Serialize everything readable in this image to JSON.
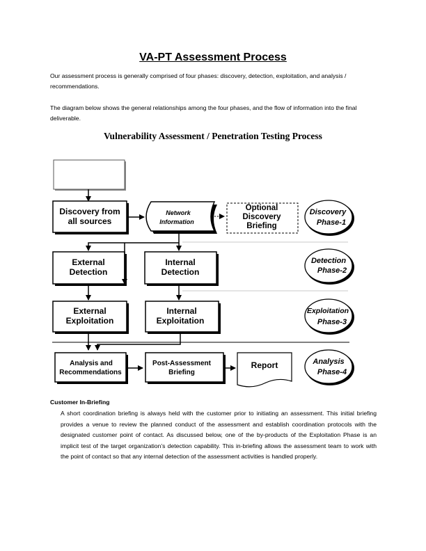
{
  "doc": {
    "title": "VA-PT Assessment Process",
    "para1": "Our assessment process is generally comprised of four phases: discovery, detection, exploitation, and analysis / recommendations.",
    "para2": "The diagram below shows the general relationships among the four phases, and the flow of information into the final deliverable."
  },
  "diagram": {
    "title": "Vulnerability Assessment / Penetration Testing Process",
    "discovery_line1": "Discovery from",
    "discovery_line2": "all sources",
    "network_line1": "Network",
    "network_line2": "Information",
    "optional_line1": "Optional",
    "optional_line2": "Discovery",
    "optional_line3": "Briefing",
    "ext_det_line1": "External",
    "ext_det_line2": "Detection",
    "int_det_line1": "Internal",
    "int_det_line2": "Detection",
    "ext_exp_line1": "External",
    "ext_exp_line2": "Exploitation",
    "int_exp_line1": "Internal",
    "int_exp_line2": "Exploitation",
    "analysis_line1": "Analysis and",
    "analysis_line2": "Recommendations",
    "post_line1": "Post-Assessment",
    "post_line2": "Briefing",
    "report": "Report",
    "phase1_line1": "Discovery",
    "phase1_line2": "Phase-1",
    "phase2_line1": "Detection",
    "phase2_line2": "Phase-2",
    "phase3_line1": "Exploitation",
    "phase3_line2": "Phase-3",
    "phase4_line1": "Analysis",
    "phase4_line2": "Phase-4"
  },
  "section": {
    "heading": "Customer In-Briefing",
    "body": "A short coordination briefing is always held with the customer prior to initiating an assessment. This initial briefing provides a venue to review the planned conduct of the assessment and establish coordination protocols with the designated customer point of contact. As discussed below, one of the by-products of the Exploitation Phase is an implicit test of the target organization’s detection capability. This in-briefing allows the assessment team to work with the point of contact so that any internal detection of the assessment activities is handled properly."
  }
}
